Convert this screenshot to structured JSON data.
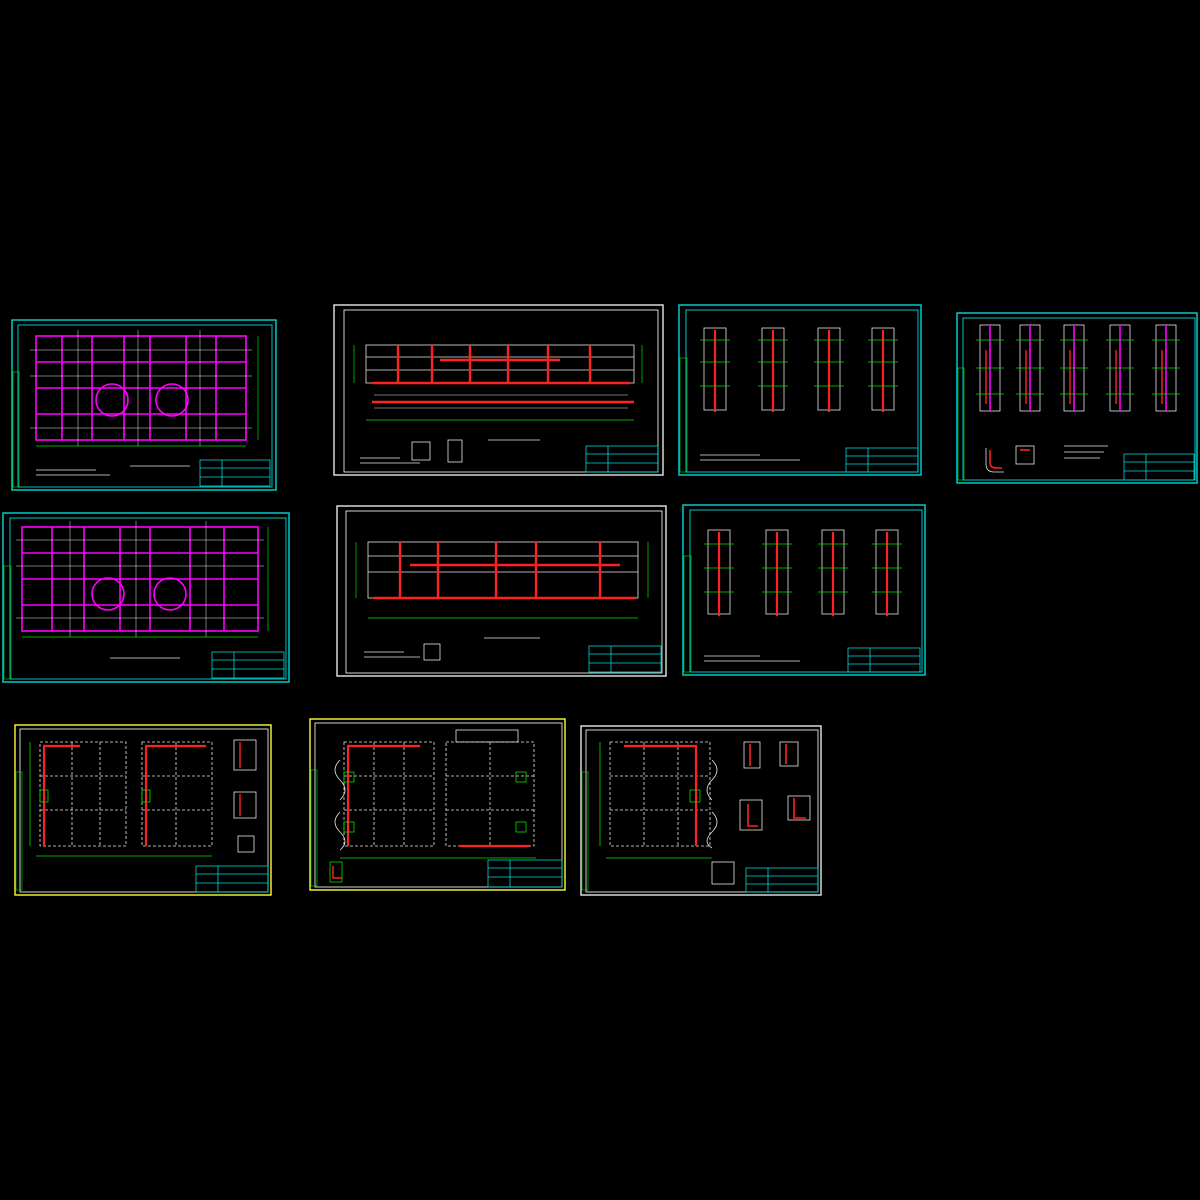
{
  "view": {
    "background": "#000000",
    "colors": {
      "cyan": "#00d8d8",
      "yellow": "#ffff33",
      "white": "#e8e8e8",
      "magenta": "#ff00ff",
      "red": "#ff2020",
      "green": "#00e000",
      "blue": "#2a6cff"
    }
  },
  "sheets": [
    {
      "id": "sheet-1",
      "kind": "plan-magenta",
      "frame_color": "#00d8d8"
    },
    {
      "id": "sheet-2",
      "kind": "long-section",
      "frame_color": "#e8e8e8"
    },
    {
      "id": "sheet-3",
      "kind": "column-details-4",
      "frame_color": "#00d8d8"
    },
    {
      "id": "sheet-4",
      "kind": "column-details-5",
      "frame_color": "#00d8d8"
    },
    {
      "id": "sheet-5",
      "kind": "plan-magenta",
      "frame_color": "#00d8d8"
    },
    {
      "id": "sheet-6",
      "kind": "long-section",
      "frame_color": "#e8e8e8"
    },
    {
      "id": "sheet-7",
      "kind": "column-details-4",
      "frame_color": "#00d8d8"
    },
    {
      "id": "sheet-8",
      "kind": "tank-plan-details",
      "frame_color": "#ffff33"
    },
    {
      "id": "sheet-9",
      "kind": "tank-plan-double",
      "frame_color": "#ffff33"
    },
    {
      "id": "sheet-10",
      "kind": "tank-plan-details",
      "frame_color": "#e8e8e8"
    }
  ]
}
